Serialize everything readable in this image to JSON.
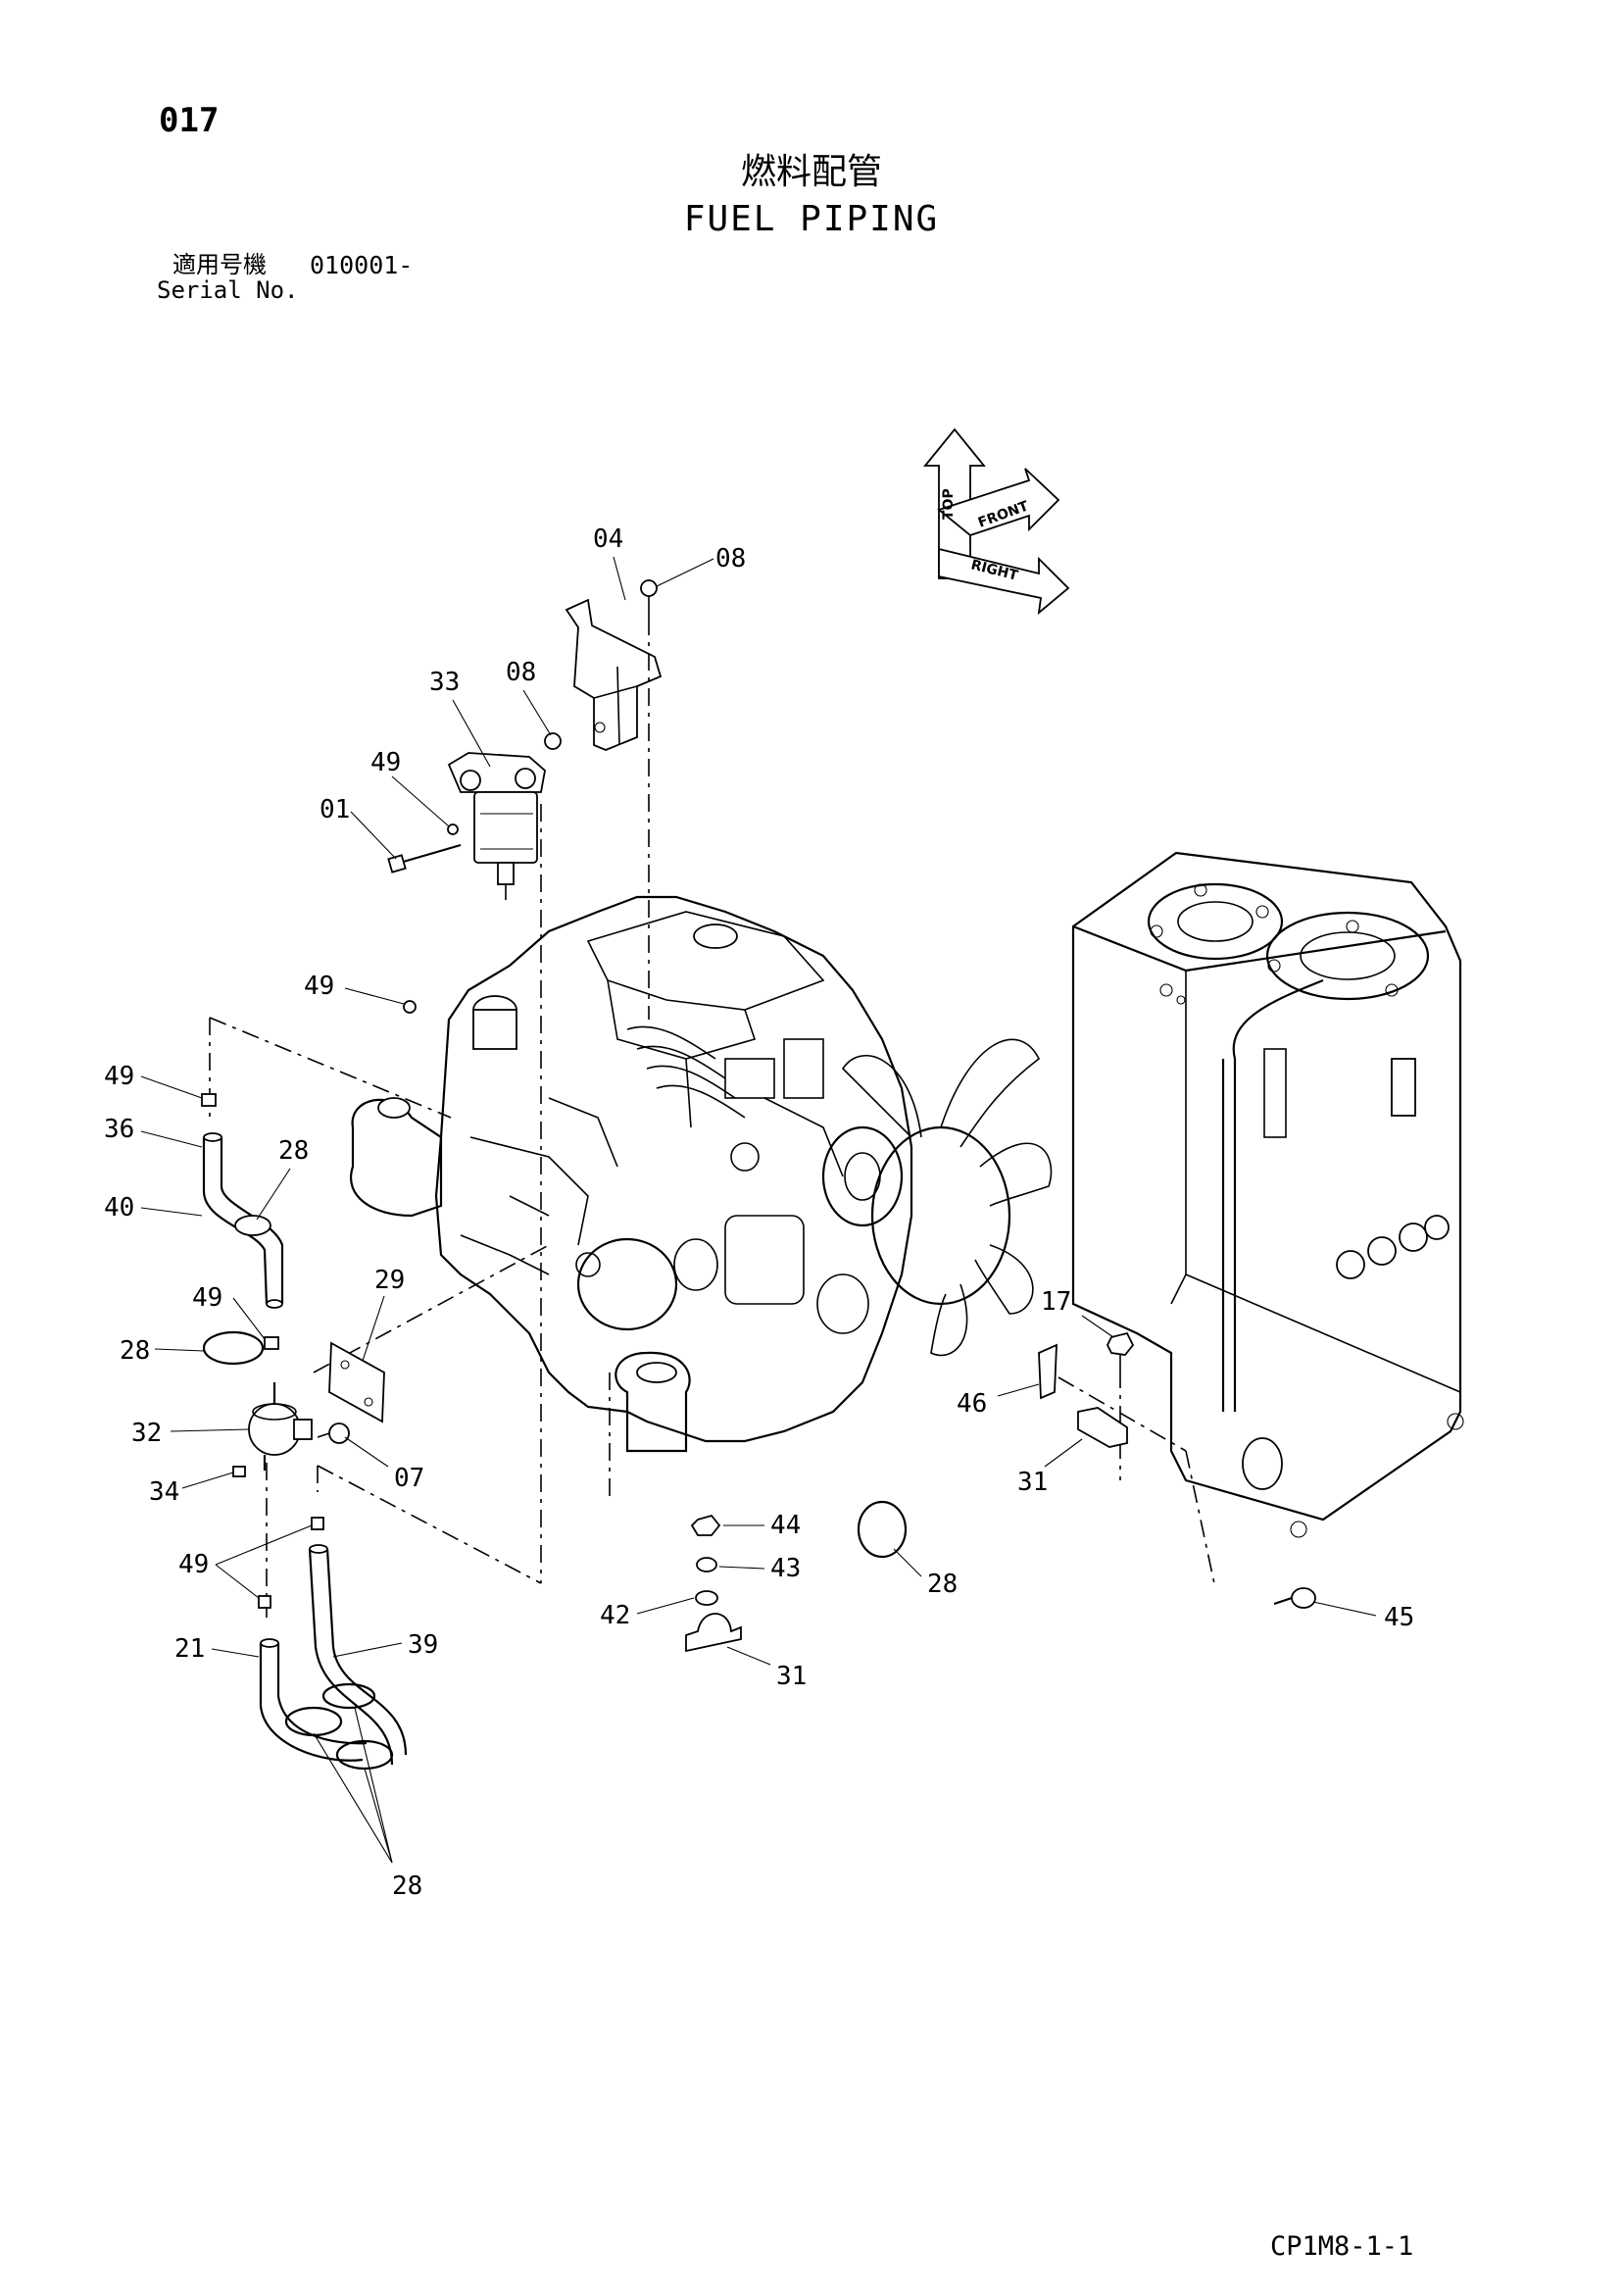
{
  "header": {
    "page_number": "017",
    "title_jp": "燃料配管",
    "title_en": "FUEL PIPING",
    "serial_label_jp": "適用号機",
    "serial_value": "010001-",
    "serial_label_en": "Serial No."
  },
  "orientation": {
    "top": "TOP",
    "front": "FRONT",
    "right": "RIGHT"
  },
  "callouts": {
    "c04": "04",
    "c08a": "08",
    "c33": "33",
    "c08b": "08",
    "c49a": "49",
    "c01": "01",
    "c49b": "49",
    "c49c": "49",
    "c36": "36",
    "c28a": "28",
    "c40": "40",
    "c49d": "49",
    "c29": "29",
    "c28b": "28",
    "c32": "32",
    "c07": "07",
    "c34": "34",
    "c49e": "49",
    "c21": "21",
    "c39": "39",
    "c28c": "28",
    "c44": "44",
    "c43": "43",
    "c42": "42",
    "c31a": "31",
    "c28d": "28",
    "c17": "17",
    "c46": "46",
    "c31b": "31",
    "c45": "45"
  },
  "footer": {
    "drawing_code": "CP1M8-1-1"
  }
}
